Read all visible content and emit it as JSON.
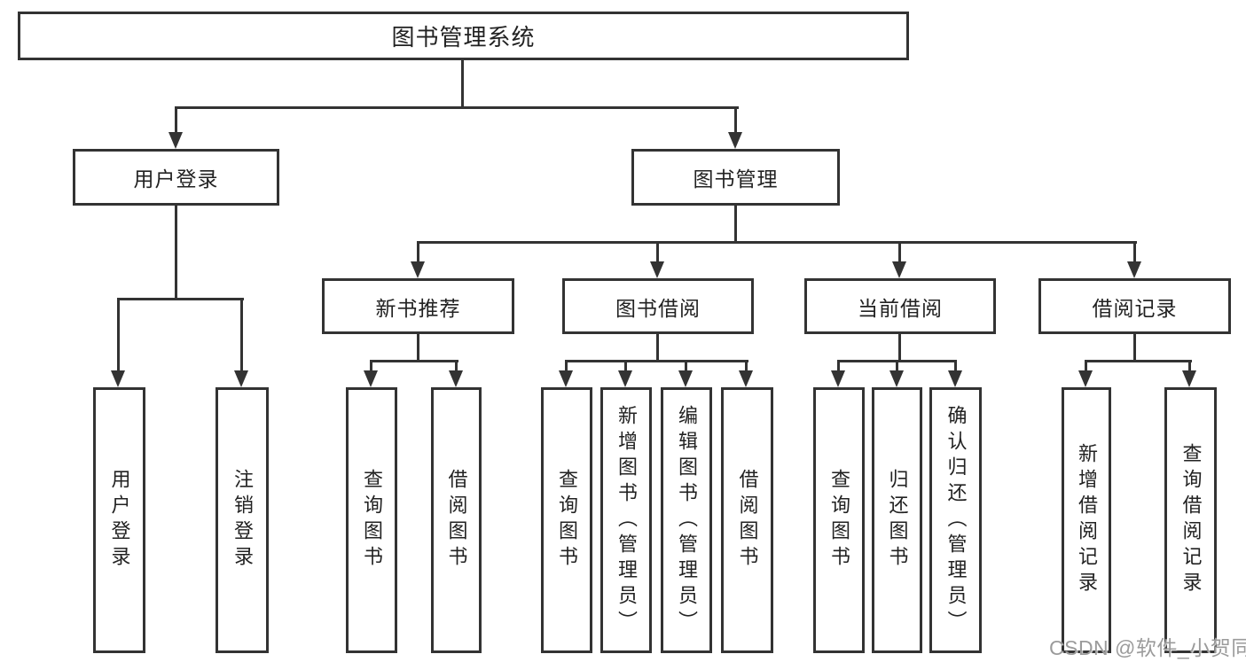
{
  "tree": {
    "root": {
      "label": "图书管理系统"
    },
    "branches": [
      {
        "label": "用户登录",
        "children": [
          {
            "label": "用户登录"
          },
          {
            "label": "注销登录"
          }
        ]
      },
      {
        "label": "图书管理",
        "children": [
          {
            "label": "新书推荐",
            "children": [
              {
                "label": "查询图书"
              },
              {
                "label": "借阅图书"
              }
            ]
          },
          {
            "label": "图书借阅",
            "children": [
              {
                "label": "查询图书"
              },
              {
                "label": "新增图书（管理员）"
              },
              {
                "label": "编辑图书（管理员）"
              },
              {
                "label": "借阅图书"
              }
            ]
          },
          {
            "label": "当前借阅",
            "children": [
              {
                "label": "查询图书"
              },
              {
                "label": "归还图书"
              },
              {
                "label": "确认归还（管理员）"
              }
            ]
          },
          {
            "label": "借阅记录",
            "children": [
              {
                "label": "新增借阅记录"
              },
              {
                "label": "查询借阅记录"
              }
            ]
          }
        ]
      }
    ]
  },
  "watermark": "CSDN @软件_小贺同学",
  "colors": {
    "line": "#333333",
    "text": "#222222",
    "background": "#ffffff",
    "watermark": "#9b9b9b"
  }
}
